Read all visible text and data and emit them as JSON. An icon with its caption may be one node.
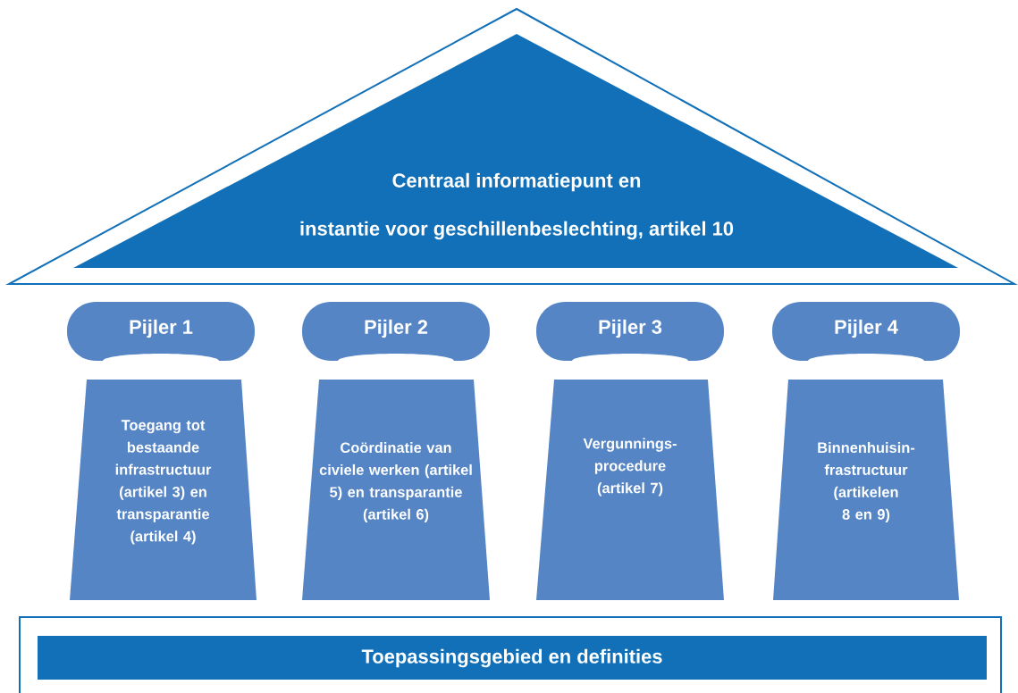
{
  "diagram": {
    "nodes": [
      {
        "text": [
          "Centraal informatiepunt en",
          "instantie voor geschillenbeslechting, artikel 10"
        ]
      },
      {
        "text": [
          "Pijler 1"
        ]
      },
      {
        "text": [
          "Toegang tot bestaande infrastructuur (artikel 3) en transparantie (artikel 4)"
        ]
      },
      {
        "text": [
          "Pijler 2"
        ]
      },
      {
        "text": [
          "Coördinatie van civiele werken (artikel 5) en transparantie (artikel 6)"
        ]
      },
      {
        "text": [
          "Pijler 3"
        ]
      },
      {
        "text": [
          "Vergunnings- procedure (artikel 7)"
        ]
      },
      {
        "text": [
          "Pijler 4"
        ]
      },
      {
        "text": [
          "Binnenhuisin- frastructuur (artikelen 8 en 9)"
        ]
      },
      {
        "text": [
          "Toepassingsgebied en definities"
        ]
      }
    ]
  }
}
